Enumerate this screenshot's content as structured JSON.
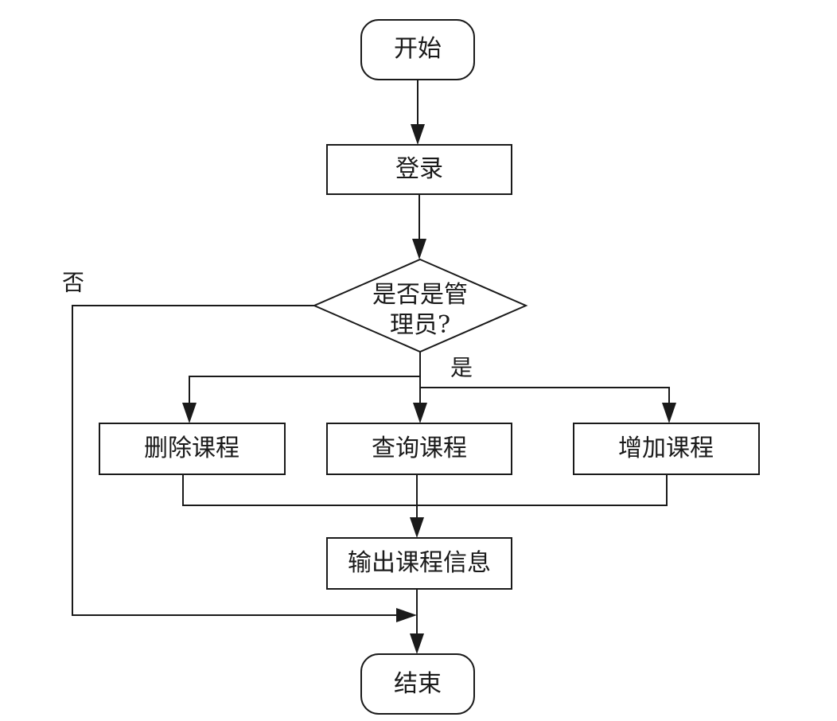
{
  "nodes": {
    "start": "开始",
    "login": "登录",
    "decision_line1": "是否是管",
    "decision_line2": "理员?",
    "delete_course": "删除课程",
    "query_course": "查询课程",
    "add_course": "增加课程",
    "output_course_info": "输出课程信息",
    "end": "结束"
  },
  "edge_labels": {
    "no": "否",
    "yes": "是"
  }
}
